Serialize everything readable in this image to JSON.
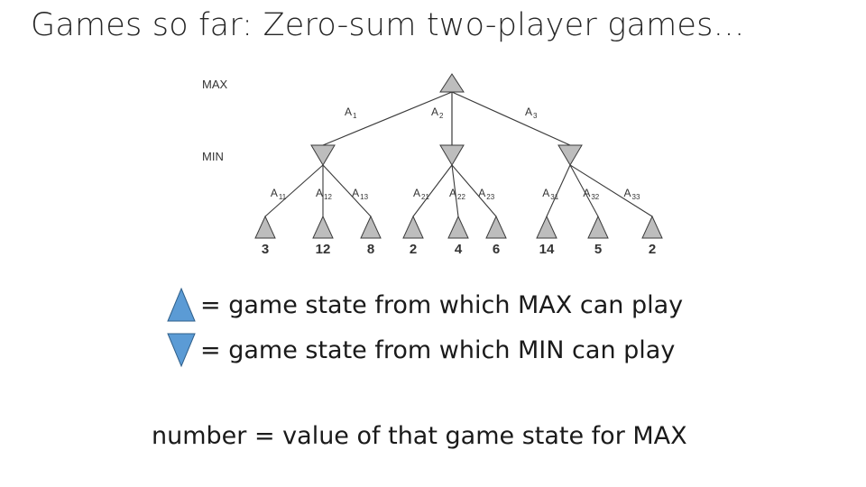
{
  "title": "Games so far: Zero-sum two-player games…",
  "tree": {
    "level_labels": {
      "max": "MAX",
      "min": "MIN"
    },
    "colors": {
      "node_fill": "#bdbdbd",
      "node_stroke": "#3a3a3a",
      "edge": "#3a3a3a",
      "label": "#333333"
    },
    "root_edges": [
      {
        "main": "A",
        "sub": "1"
      },
      {
        "main": "A",
        "sub": "2"
      },
      {
        "main": "A",
        "sub": "3"
      }
    ],
    "children": [
      {
        "edges": [
          {
            "main": "A",
            "sub": "11"
          },
          {
            "main": "A",
            "sub": "12"
          },
          {
            "main": "A",
            "sub": "13"
          }
        ],
        "leaf_values": [
          "3",
          "12",
          "8"
        ]
      },
      {
        "edges": [
          {
            "main": "A",
            "sub": "21"
          },
          {
            "main": "A",
            "sub": "22"
          },
          {
            "main": "A",
            "sub": "23"
          }
        ],
        "leaf_values": [
          "2",
          "4",
          "6"
        ]
      },
      {
        "edges": [
          {
            "main": "A",
            "sub": "31"
          },
          {
            "main": "A",
            "sub": "32"
          },
          {
            "main": "A",
            "sub": "33"
          }
        ],
        "leaf_values": [
          "14",
          "5",
          "2"
        ]
      }
    ]
  },
  "legend": {
    "triangle_color": "#5b9bd5",
    "triangle_stroke": "#2f5f8a",
    "max_text": "= game state from which MAX can play",
    "min_text": "= game state from which MIN can play"
  },
  "note": "number = value of that game state for MAX"
}
